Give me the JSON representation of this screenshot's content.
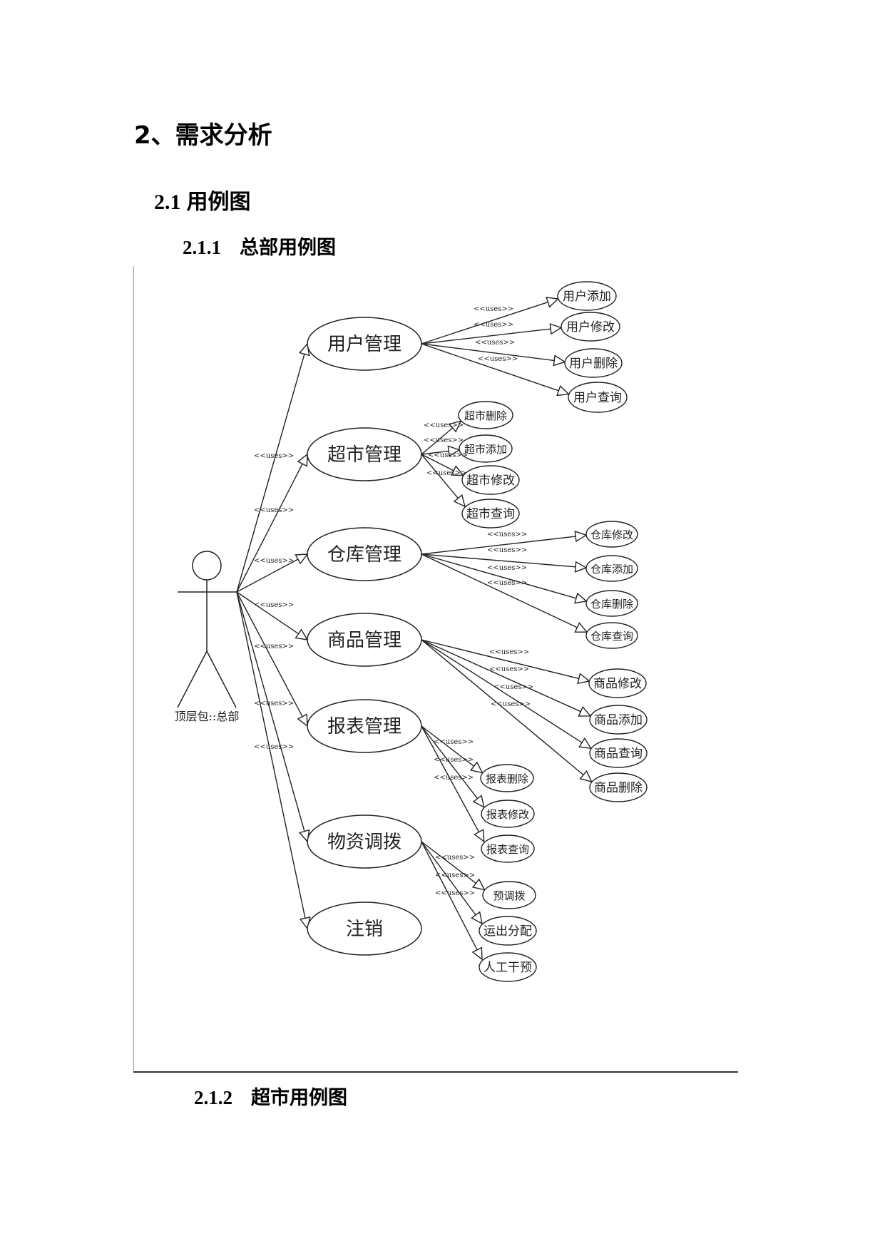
{
  "doc": {
    "heading1": "2、需求分析",
    "heading2_num": "2.1",
    "heading2_text": "用例图",
    "heading3a_num": "2.1.1",
    "heading3a_text": "总部用例图",
    "heading3b_num": "2.1.2",
    "heading3b_text": "超市用例图"
  },
  "diagram": {
    "actor_label": "顶层包::总部",
    "uses_label": "<<uses>>",
    "use_cases": [
      {
        "label": "用户管理",
        "children": [
          "用户添加",
          "用户修改",
          "用户删除",
          "用户查询"
        ]
      },
      {
        "label": "超市管理",
        "children": [
          "超市删除",
          "超市添加",
          "超市修改",
          "超市查询"
        ]
      },
      {
        "label": "仓库管理",
        "children": [
          "仓库修改",
          "仓库添加",
          "仓库删除",
          "仓库查询"
        ]
      },
      {
        "label": "商品管理",
        "children": [
          "商品修改",
          "商品添加",
          "商品查询",
          "商品删除"
        ]
      },
      {
        "label": "报表管理",
        "children": [
          "报表删除",
          "报表修改",
          "报表查询"
        ]
      },
      {
        "label": "物资调拨",
        "children": [
          "预调拨",
          "运出分配",
          "人工干预"
        ]
      },
      {
        "label": "注销",
        "children": []
      }
    ]
  }
}
